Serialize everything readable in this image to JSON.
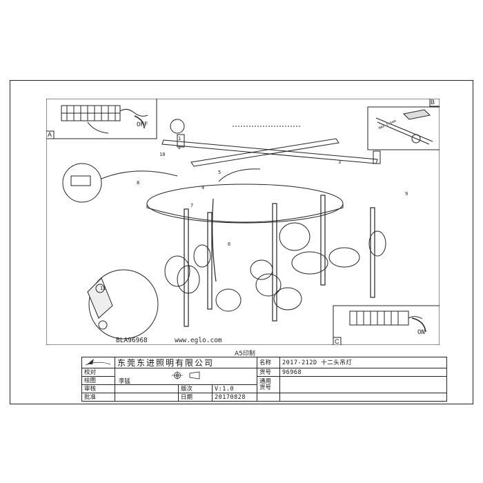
{
  "panels": {
    "a": "A",
    "b": "B",
    "c": "C",
    "off_label": "OFF",
    "on_label": "ON",
    "tape_label": "MAX 5.5mm"
  },
  "callouts": [
    "1",
    "2",
    "3",
    "4",
    "5",
    "6",
    "7",
    "8",
    "9",
    "10",
    "11"
  ],
  "footer": {
    "model_code": "BLA96968",
    "website": "www.eglo.com",
    "print_size": "A5印制"
  },
  "title_block": {
    "company": "东莞东进照明有限公司",
    "name_label": "名称",
    "name_value": "2017-212D 十二头吊灯",
    "proof_label": "校对",
    "item_label": "货号",
    "item_value": "96968",
    "draw_label": "绘图",
    "draw_value": "李猛",
    "review_label": "审核",
    "version_label": "版次",
    "version_value": "V:1.0",
    "general_label": "通用",
    "general_label2": "货号",
    "approve_label": "批准",
    "date_label": "日期",
    "date_value": "20170828"
  }
}
